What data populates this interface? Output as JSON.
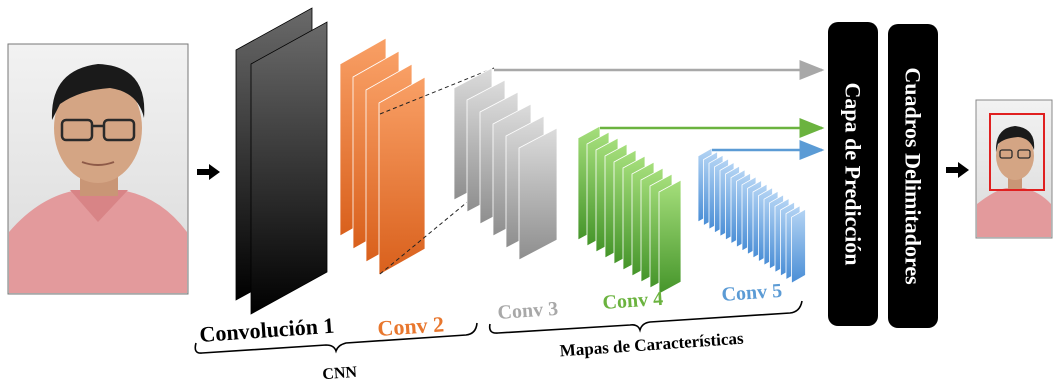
{
  "labels": {
    "conv1": "Convolución 1",
    "conv2": "Conv 2",
    "conv3": "Conv 3",
    "conv4": "Conv 4",
    "conv5": "Conv 5",
    "cnn": "CNN",
    "feature_maps": "Mapas de Características",
    "prediction_layer": "Capa de Predicción",
    "bounding_boxes": "Cuadros Delimitadores"
  },
  "colors": {
    "conv1": "#111111",
    "conv2": "#e8772e",
    "conv3": "#a8a8a8",
    "conv4": "#6bb33f",
    "conv5": "#5b9bd5",
    "block": "#000000",
    "face_box": "#e02020"
  },
  "icons": {
    "input_photo": "person-photo",
    "output_photo": "person-photo-with-detection-box",
    "arrow": "arrow-right-icon"
  }
}
